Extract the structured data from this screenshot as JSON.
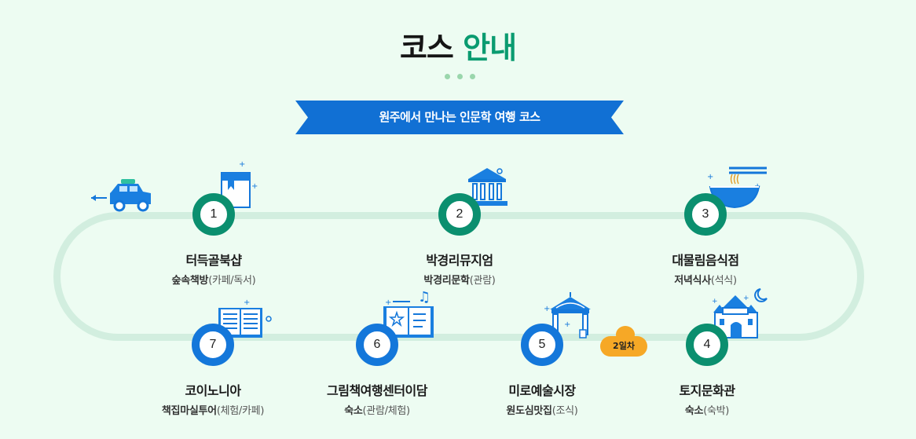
{
  "header": {
    "title_part1": "코스",
    "title_part2": "안내",
    "banner": "원주에서 만나는 인문학 여행 코스"
  },
  "stops": [
    {
      "number": "1",
      "name": "터득골북샵",
      "sub_bold": "숲속책방",
      "sub_note": "(카페/독서)"
    },
    {
      "number": "2",
      "name": "박경리뮤지엄",
      "sub_bold": "박경리문학",
      "sub_note": "(관람)"
    },
    {
      "number": "3",
      "name": "대물림음식점",
      "sub_bold": "저녁식사",
      "sub_note": "(석식)"
    },
    {
      "number": "4",
      "name": "토지문화관",
      "sub_bold": "숙소",
      "sub_note": "(숙박)"
    },
    {
      "number": "5",
      "name": "미로예술시장",
      "sub_bold": "원도심맛집",
      "sub_note": "(조식)"
    },
    {
      "number": "6",
      "name": "그림책여행센터이담",
      "sub_bold": "숙소",
      "sub_note": "(관람/체험)"
    },
    {
      "number": "7",
      "name": "코이노니아",
      "sub_bold": "책집마실투어",
      "sub_note": "(체험/카페)"
    }
  ],
  "day_badge": "2일차",
  "colors": {
    "background": "#edfcf2",
    "green_accent": "#0a9b70",
    "blue_accent": "#1477da",
    "track": "#d2eedf",
    "badge": "#f6a826"
  },
  "icons": [
    "car-icon",
    "book-icon",
    "museum-icon",
    "noodle-bowl-icon",
    "open-book-icon",
    "picture-book-icon",
    "market-gate-icon",
    "cultural-hall-icon"
  ]
}
